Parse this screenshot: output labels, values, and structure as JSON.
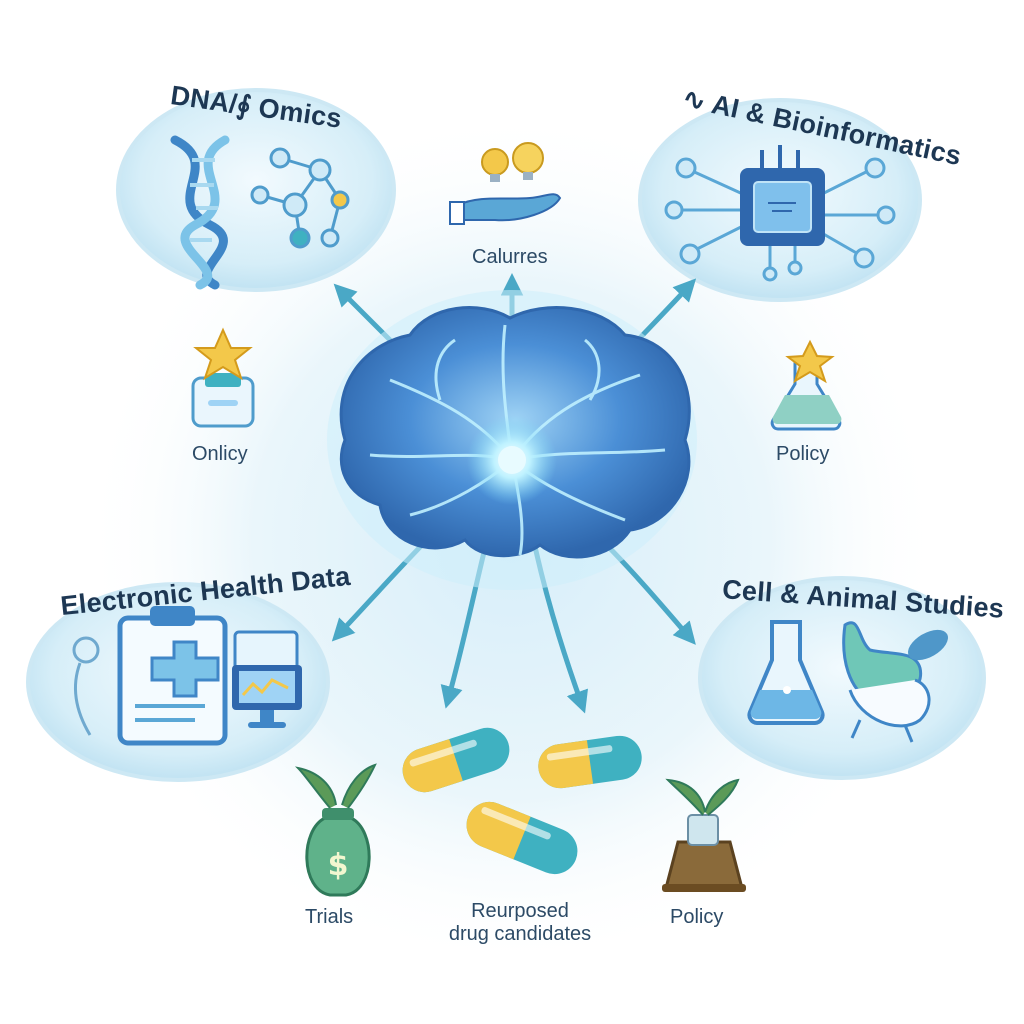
{
  "nodes": {
    "dna_omics": "DNA/∮ Omics",
    "ai_bioinformatics": "∿ AI & Bioinformatics",
    "electronic_health": "Electronic Health Data",
    "cell_animal": "Cell & Animal Studies",
    "calurres": "Calurres",
    "onlicy": "Onlicy",
    "policy_right": "Policy",
    "trials": "Trials",
    "policy_bottom": "Policy",
    "output_line1": "Reurposed",
    "output_line2": "drug candidates"
  },
  "icons": {
    "dna": "dna-helix-icon",
    "molecule": "molecule-icon",
    "chip": "ai-chip-icon",
    "lightbulbs": "lightbulb-hand-icon",
    "star_box": "star-box-icon",
    "flask_star": "flask-star-icon",
    "clipboard": "medical-clipboard-icon",
    "monitor": "monitor-icon",
    "flask": "flask-icon",
    "animal": "animal-icon",
    "money_bag": "money-bag-icon",
    "plant_pot": "plant-pot-icon",
    "brain": "brain-icon",
    "capsule": "capsule-icon"
  },
  "colors": {
    "primary_blue": "#3d7fc8",
    "arrow_teal": "#4aa8c6",
    "bubble_fill": "#dff1fa",
    "capsule_yellow": "#f3c84a",
    "capsule_teal": "#3fb1c1",
    "text_dark": "#1d3753"
  }
}
